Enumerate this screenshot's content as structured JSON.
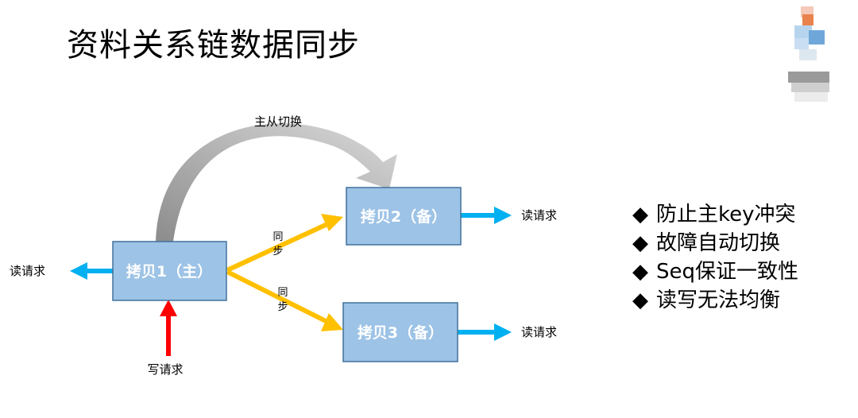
{
  "title": "资料关系链数据同步",
  "nodes": {
    "copy1": "拷贝1（主）",
    "copy2": "拷贝2（备）",
    "copy3": "拷贝3（备）"
  },
  "labels": {
    "switch": "主从切换",
    "sync_top_1": "同",
    "sync_top_2": "步",
    "sync_bottom_1": "同",
    "sync_bottom_2": "步",
    "read_left": "读请求",
    "read_copy2": "读请求",
    "read_copy3": "读请求",
    "write": "写请求"
  },
  "bullets": {
    "marker": "◆",
    "items": [
      "防止主key冲突",
      "故障自动切换",
      "Seq保证一致性",
      "读写无法均衡"
    ]
  },
  "colors": {
    "node_fill": "#9dc3e6",
    "node_stroke": "#41719c",
    "read_arrow": "#00b0f0",
    "write_arrow": "#ff0000",
    "sync_arrow": "#ffc000",
    "switch_arrow": "#a6a6a6"
  }
}
